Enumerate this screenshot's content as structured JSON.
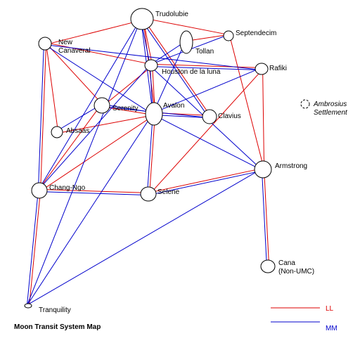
{
  "title": "Moon Transit System Map",
  "colors": {
    "LL": "#dd0000",
    "MM": "#0000cc",
    "node_stroke": "#000000"
  },
  "legend": [
    {
      "key": "LL",
      "label": "LL"
    },
    {
      "key": "MM",
      "label": "MM"
    }
  ],
  "stations": [
    {
      "id": "trudolubie",
      "lines": [
        "Trudolubie"
      ]
    },
    {
      "id": "new-canaveral",
      "lines": [
        "New",
        "Canaveral"
      ]
    },
    {
      "id": "tollan",
      "lines": [
        "Tollan"
      ]
    },
    {
      "id": "septendecim",
      "lines": [
        "Septendecim"
      ]
    },
    {
      "id": "houston",
      "lines": [
        "Houston de la luna"
      ]
    },
    {
      "id": "rafiki",
      "lines": [
        "Rafiki"
      ]
    },
    {
      "id": "serenity",
      "lines": [
        "Serenity"
      ]
    },
    {
      "id": "avalon",
      "lines": [
        "Avalon"
      ]
    },
    {
      "id": "clavius",
      "lines": [
        "Clavius"
      ]
    },
    {
      "id": "ambrosius",
      "lines": [
        "Ambrosius",
        "Settlement"
      ],
      "style": "italic",
      "dashed": true
    },
    {
      "id": "absaas",
      "lines": [
        "Absaas"
      ]
    },
    {
      "id": "armstrong",
      "lines": [
        "Armstrong"
      ]
    },
    {
      "id": "chang-ngo",
      "lines": [
        "Chang-Ngo"
      ]
    },
    {
      "id": "selene",
      "lines": [
        "Selene"
      ]
    },
    {
      "id": "cana",
      "lines": [
        "Cana",
        "(Non-UMC)"
      ],
      "color": "#cc0000"
    },
    {
      "id": "tranquility",
      "lines": [
        "Tranquility"
      ]
    }
  ],
  "routes": {
    "LL": [
      [
        "trudolubie",
        "new-canaveral"
      ],
      [
        "trudolubie",
        "septendecim"
      ],
      [
        "trudolubie",
        "clavius"
      ],
      [
        "trudolubie",
        "houston"
      ],
      [
        "trudolubie",
        "avalon"
      ],
      [
        "new-canaveral",
        "houston"
      ],
      [
        "new-canaveral",
        "serenity"
      ],
      [
        "new-canaveral",
        "absaas"
      ],
      [
        "new-canaveral",
        "chang-ngo"
      ],
      [
        "tollan",
        "septendecim"
      ],
      [
        "septendecim",
        "armstrong"
      ],
      [
        "houston",
        "rafiki"
      ],
      [
        "houston",
        "avalon"
      ],
      [
        "houston",
        "serenity"
      ],
      [
        "avalon",
        "serenity"
      ],
      [
        "avalon",
        "clavius"
      ],
      [
        "avalon",
        "selene"
      ],
      [
        "avalon",
        "chang-ngo"
      ],
      [
        "avalon",
        "absaas"
      ],
      [
        "rafiki",
        "selene"
      ],
      [
        "rafiki",
        "armstrong"
      ],
      [
        "chang-ngo",
        "selene"
      ],
      [
        "chang-ngo",
        "tranquility"
      ],
      [
        "chang-ngo",
        "serenity"
      ],
      [
        "selene",
        "armstrong"
      ],
      [
        "armstrong",
        "cana"
      ]
    ],
    "MM": [
      [
        "trudolubie",
        "clavius"
      ],
      [
        "trudolubie",
        "chang-ngo"
      ],
      [
        "trudolubie",
        "houston"
      ],
      [
        "trudolubie",
        "avalon"
      ],
      [
        "trudolubie",
        "tranquility"
      ],
      [
        "new-canaveral",
        "rafiki"
      ],
      [
        "new-canaveral",
        "chang-ngo"
      ],
      [
        "new-canaveral",
        "avalon"
      ],
      [
        "tollan",
        "houston"
      ],
      [
        "tollan",
        "avalon"
      ],
      [
        "septendecim",
        "houston"
      ],
      [
        "houston",
        "rafiki"
      ],
      [
        "houston",
        "armstrong"
      ],
      [
        "houston",
        "avalon"
      ],
      [
        "houston",
        "chang-ngo"
      ],
      [
        "rafiki",
        "avalon"
      ],
      [
        "avalon",
        "serenity"
      ],
      [
        "avalon",
        "clavius"
      ],
      [
        "avalon",
        "selene"
      ],
      [
        "avalon",
        "armstrong"
      ],
      [
        "avalon",
        "tranquility"
      ],
      [
        "serenity",
        "absaas"
      ],
      [
        "serenity",
        "clavius"
      ],
      [
        "chang-ngo",
        "selene"
      ],
      [
        "chang-ngo",
        "tranquility"
      ],
      [
        "selene",
        "armstrong"
      ],
      [
        "armstrong",
        "tranquility"
      ],
      [
        "armstrong",
        "cana"
      ]
    ]
  }
}
